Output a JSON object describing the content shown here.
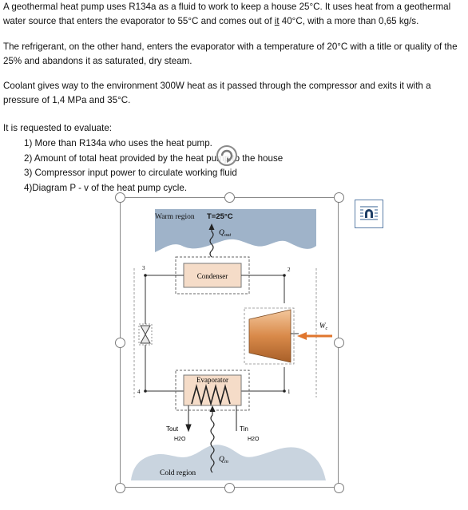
{
  "paragraphs": {
    "p1_pre": "A geothermal heat pump uses R134a as a fluid to work to keep a house 25°C. It uses heat from a geothermal water source that enters the evaporator to 55°C and comes out of ",
    "p1_link": "it",
    "p1_post": " 40°C, with a more than 0,65 kg/s.",
    "p2": "The refrigerant, on the other hand, enters the evaporator with a temperature of 20°C with a title or quality of the 25% and abandons it as saturated, dry steam.",
    "p3": "Coolant gives way to the environment 300W heat as it passed through the compressor and exits it with a pressure of 1,4 MPa and 35°C.",
    "p4": "It is requested to evaluate:"
  },
  "list": [
    "1) More than R134a who uses the heat pump.",
    "2) Amount of total heat provided by the heat pump to the house",
    "3) Compressor input power to circulate working fluid",
    "4)Diagram P - v of the heat pump cycle."
  ],
  "diagram": {
    "warm_region": "Warm region",
    "warm_temp": "T=25°C",
    "q_out": "Q",
    "q_out_sub": "out",
    "condenser": "Condenser",
    "evaporator": "Evaporator",
    "w_c": "W",
    "w_c_sub": "c",
    "state_1": "1",
    "state_2": "2",
    "state_3": "3",
    "state_4": "4",
    "tout": "Tout",
    "tout_h2o": "H2O",
    "tin": "Tin",
    "tin_h2o": "H2O",
    "q_in": "Q",
    "q_in_sub": "in",
    "cold_region": "Cold region"
  },
  "colors": {
    "warm": "#9fb3c9",
    "cold": "#c9d4df",
    "hx_box": "#f5dcc8",
    "compressor": "#d98a4a",
    "arrow_work": "#e0762e",
    "frame": "#8a8a8a"
  }
}
